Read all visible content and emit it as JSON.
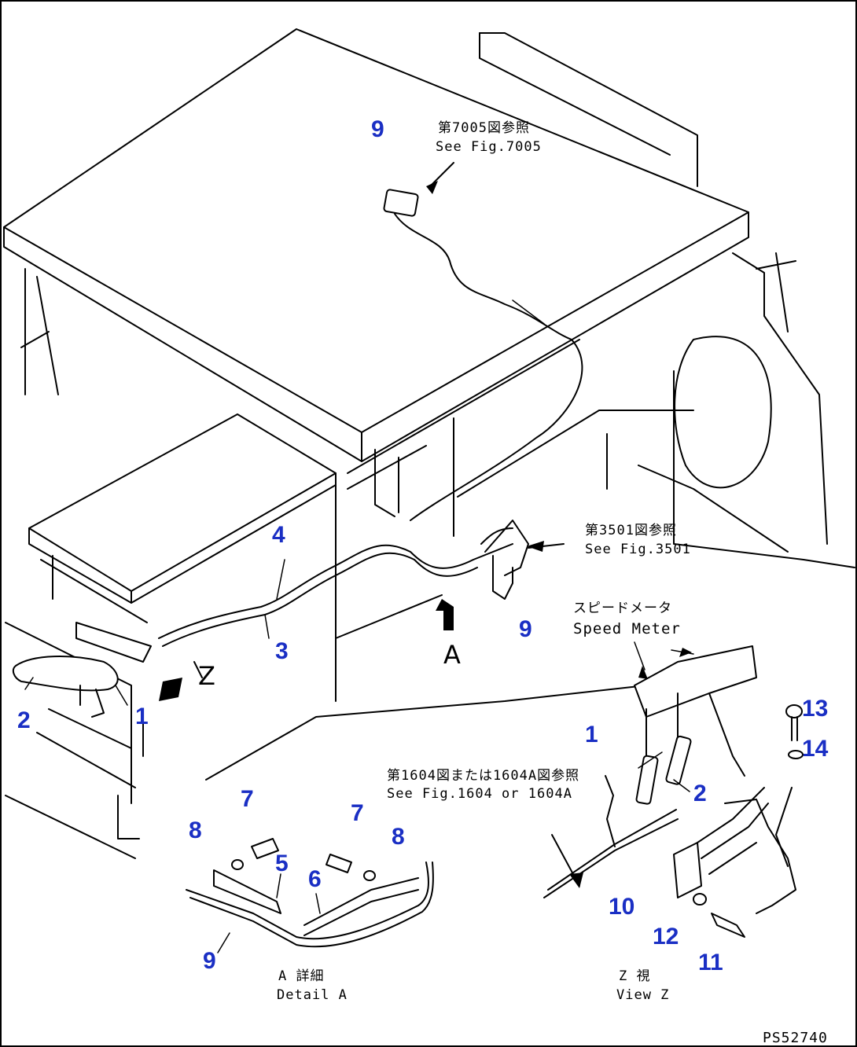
{
  "drawing_code": "PS52740",
  "callouts": {
    "c1": "1",
    "c2": "2",
    "c3": "3",
    "c4": "4",
    "c9_top": "9",
    "c9_mid": "9",
    "zc1": "1",
    "zc2": "2",
    "zc10": "10",
    "zc11": "11",
    "zc12": "12",
    "zc13": "13",
    "zc14": "14",
    "dc5": "5",
    "dc6": "6",
    "dc7a": "7",
    "dc7b": "7",
    "dc8a": "8",
    "dc8b": "8",
    "dc9": "9"
  },
  "references": {
    "fig7005_jp": "第7005図参照",
    "fig7005_en": "See Fig.7005",
    "fig3501_jp": "第3501図参照",
    "fig3501_en": "See Fig.3501",
    "fig1604_jp": "第1604図または1604A図参照",
    "fig1604_en": "See Fig.1604 or 1604A"
  },
  "labels": {
    "speed_meter_jp": "スピードメータ",
    "speed_meter_en": "Speed Meter",
    "view_letter_a": "A",
    "view_letter_z": "Z",
    "detail_a_jp": "A 詳細",
    "detail_a_en": "Detail A",
    "view_z_jp": "Z 視",
    "view_z_en": "View Z"
  },
  "colors": {
    "callout": "#1a2fc4",
    "line": "#000000"
  }
}
